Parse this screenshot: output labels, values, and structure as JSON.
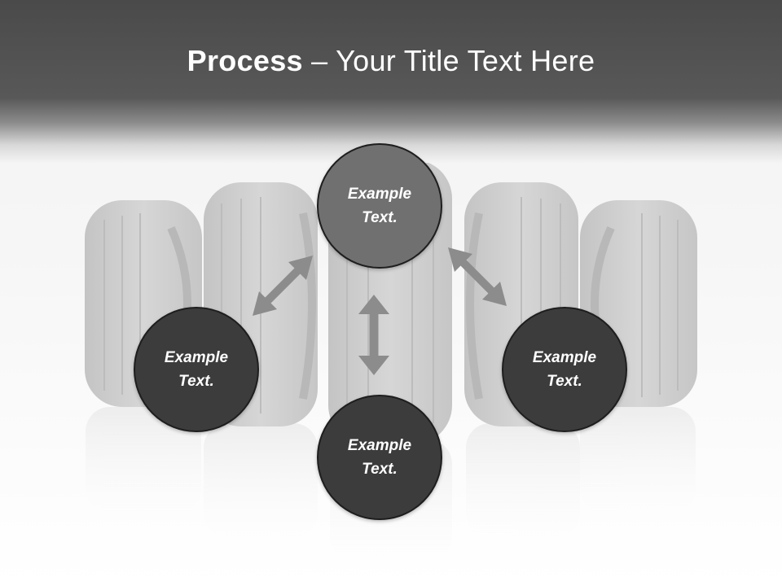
{
  "slide": {
    "title_bold": "Process",
    "title_rest": " – Your Title Text Here"
  },
  "nodes": {
    "top": {
      "line1": "Example",
      "line2": "Text."
    },
    "left": {
      "line1": "Example",
      "line2": "Text."
    },
    "right": {
      "line1": "Example",
      "line2": "Text."
    },
    "bottom": {
      "line1": "Example",
      "line2": "Text."
    }
  },
  "colors": {
    "header": "#4a4a4a",
    "circle_dark": "#3c3c3c",
    "circle_top": "#707070",
    "arrow": "#8c8c8c",
    "tire": "#c8c8c8"
  }
}
